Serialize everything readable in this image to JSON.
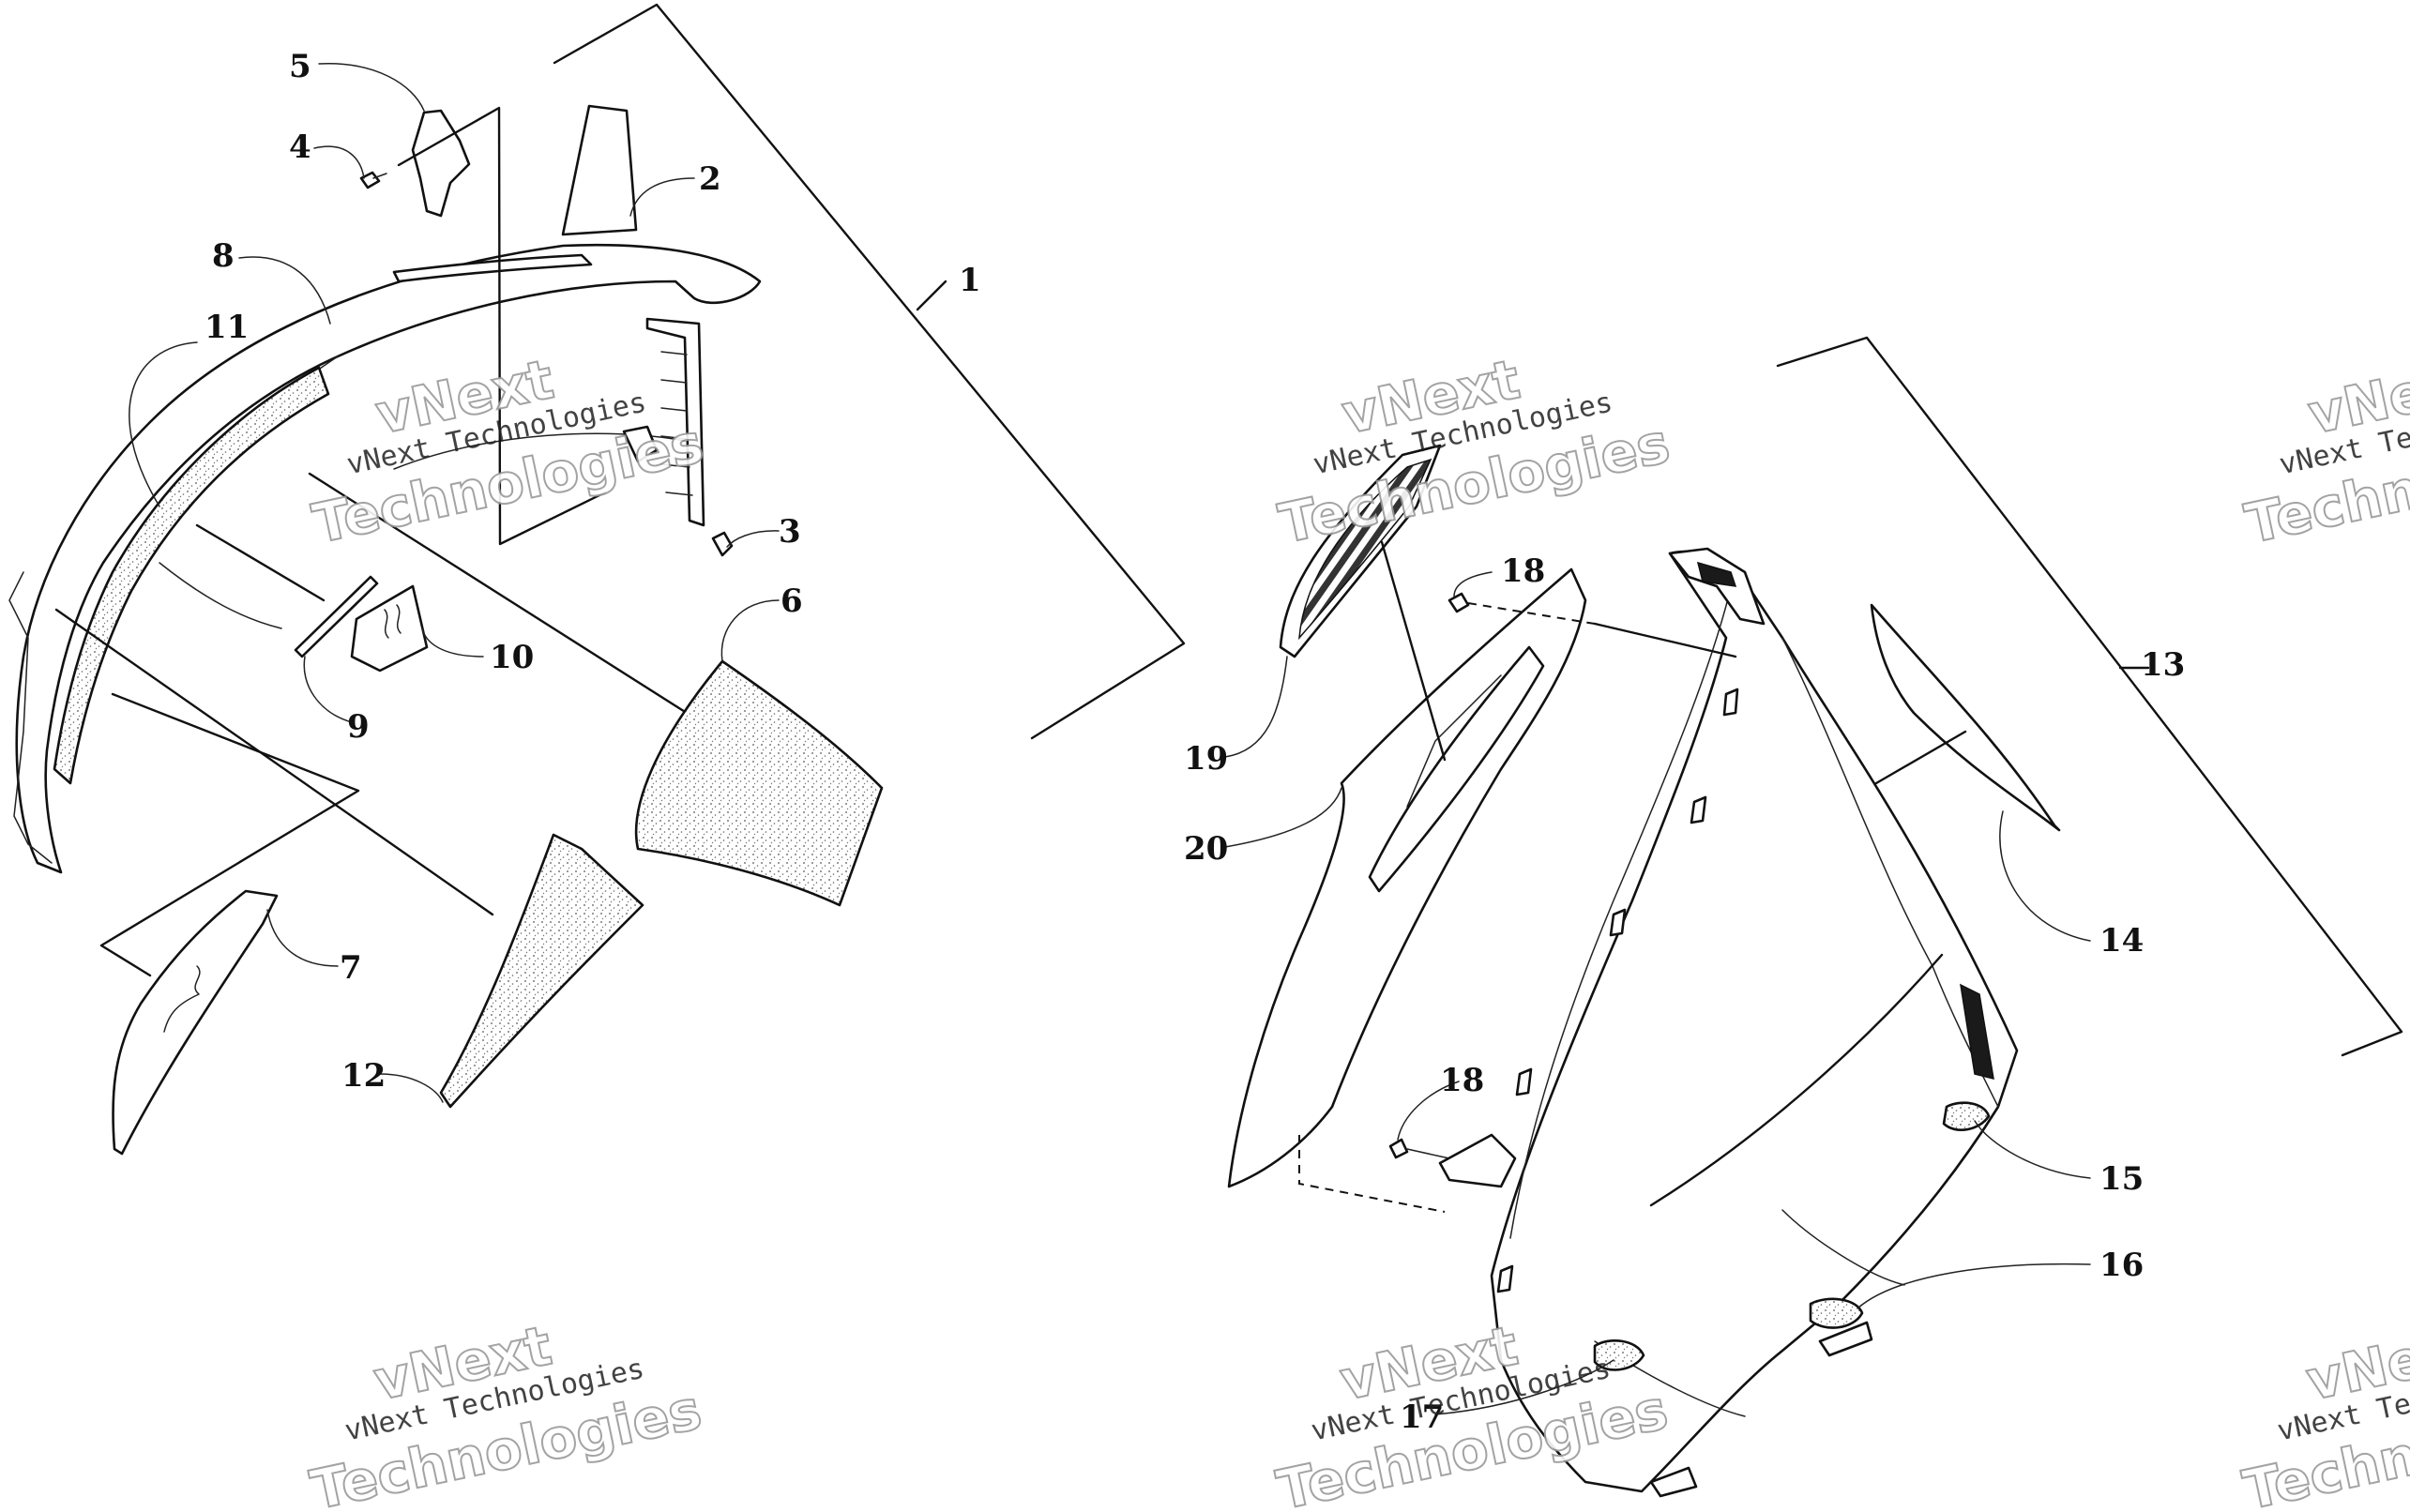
{
  "watermark": {
    "line1": "vNext",
    "line2": "vNext Technologies",
    "line3": "Technologies"
  },
  "callouts": [
    "1",
    "2",
    "3",
    "4",
    "5",
    "6",
    "7",
    "8",
    "9",
    "10",
    "11",
    "12",
    "13",
    "14",
    "15",
    "16",
    "17",
    "18",
    "18",
    "19",
    "20"
  ]
}
